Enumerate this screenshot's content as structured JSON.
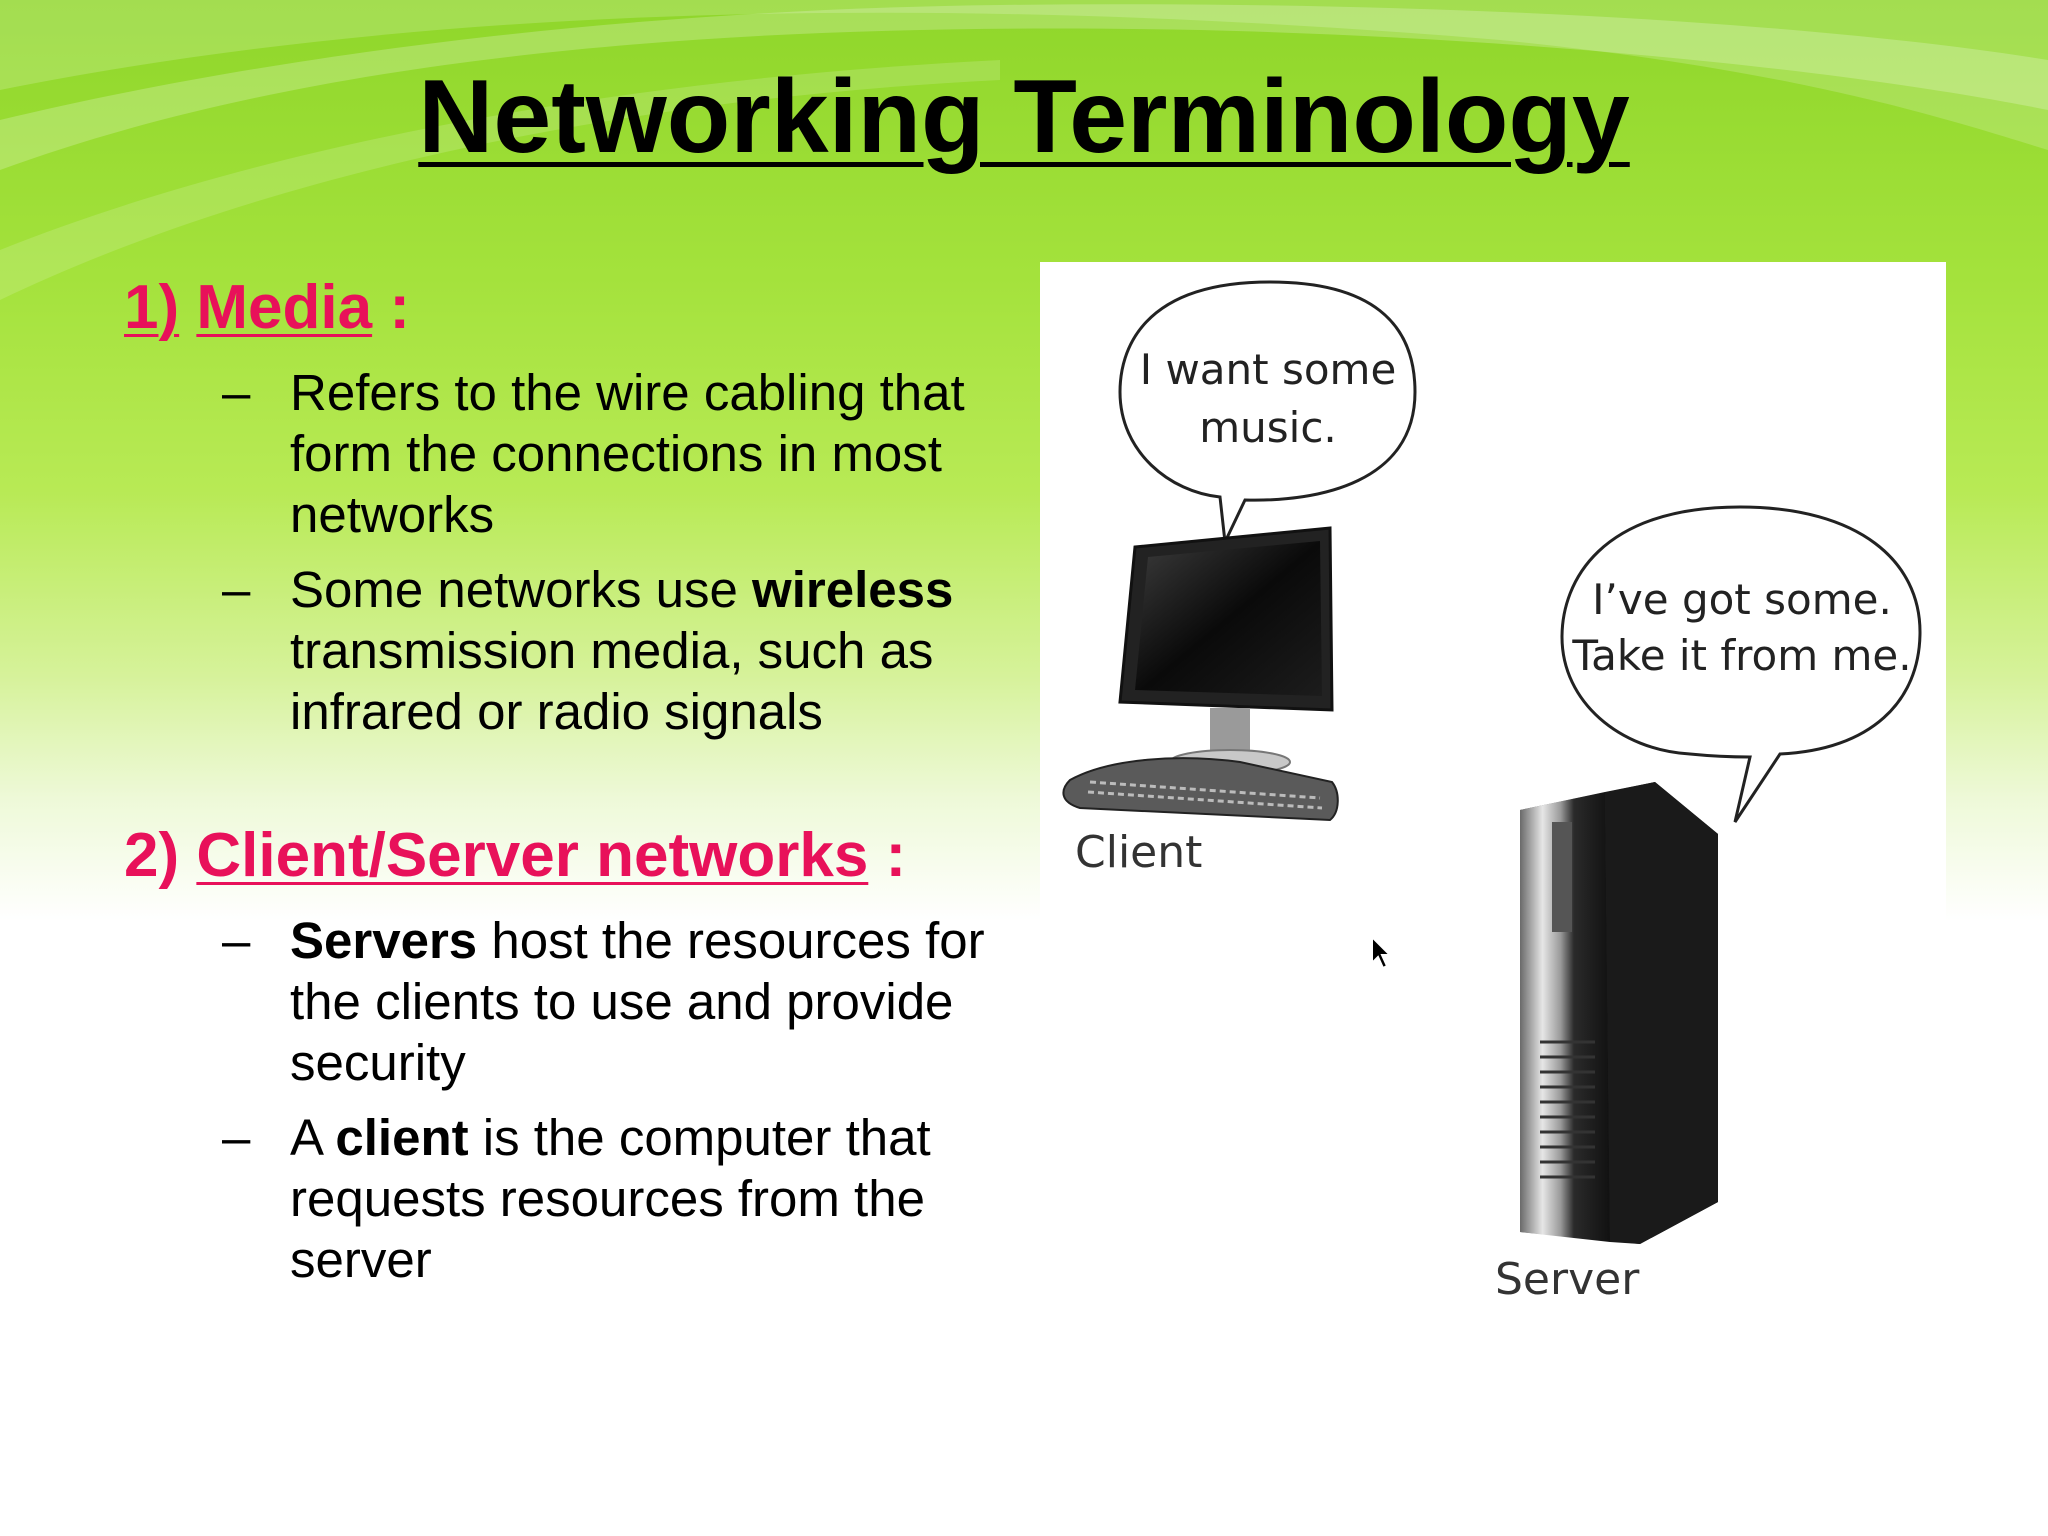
{
  "slide": {
    "title": "Networking Terminology",
    "section1": {
      "number": "1)",
      "label": "Media",
      "colon": ":",
      "bullets": [
        {
          "parts": [
            "Refers to the wire cabling that form the connections in most networks"
          ]
        },
        {
          "parts": [
            "Some networks use ",
            "wireless",
            " transmission media, such as infrared or radio signals"
          ]
        }
      ]
    },
    "section2": {
      "number": "2)",
      "label": "Client/Server networks",
      "colon": ":",
      "bullets": [
        {
          "parts": [
            "Servers",
            " host the resources for the clients to use and provide security"
          ]
        },
        {
          "parts": [
            "A ",
            "client",
            " is the computer that requests resources from the server"
          ]
        }
      ]
    },
    "dash": "–",
    "figure": {
      "client_bubble_line1": "I want some",
      "client_bubble_line2": "music.",
      "server_bubble_line1": "I’ve got some.",
      "server_bubble_line2": "Take it from me.",
      "client_label": "Client",
      "server_label": "Server"
    },
    "colors": {
      "heading": "#e8115a",
      "background_top": "#8fd62a"
    }
  }
}
